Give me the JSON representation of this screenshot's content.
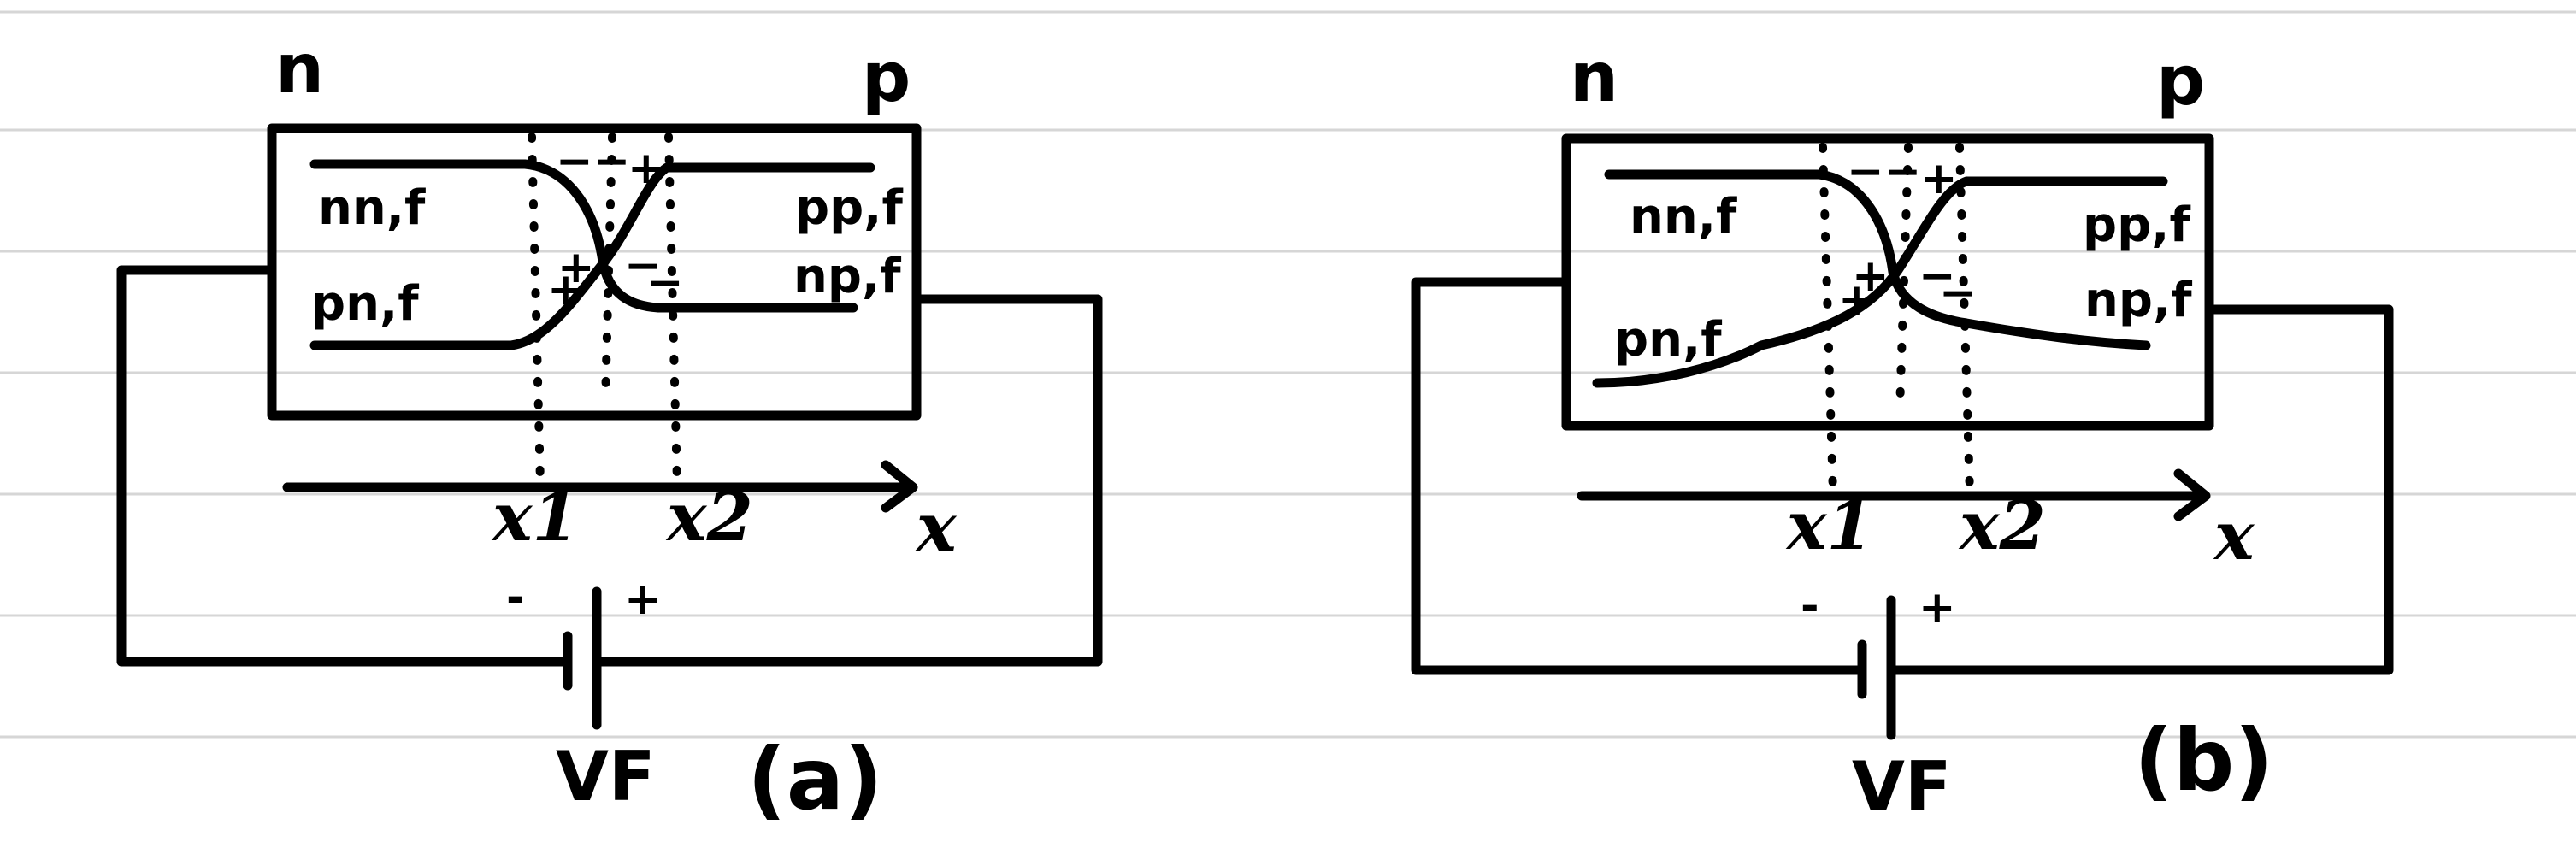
{
  "colors": {
    "ink": "#000000",
    "paper": "#ffffff",
    "rule": "#d6d6d6"
  },
  "diagram_a": {
    "region_n": "n",
    "region_p": "p",
    "n_side_majority": "nn,f",
    "n_side_minority": "pn,f",
    "p_side_majority": "pp,f",
    "p_side_minority": "np,f",
    "x1": "x1",
    "x2": "x2",
    "x_axis": "x",
    "battery_minus": "-",
    "battery_plus": "+",
    "voltage": "VF",
    "caption": "(a)"
  },
  "diagram_b": {
    "region_n": "n",
    "region_p": "p",
    "n_side_majority": "nn,f",
    "n_side_minority": "pn,f",
    "p_side_majority": "pp,f",
    "p_side_minority": "np,f",
    "x1": "x1",
    "x2": "x2",
    "x_axis": "x",
    "battery_minus": "-",
    "battery_plus": "+",
    "voltage": "VF",
    "caption": "(b)"
  }
}
